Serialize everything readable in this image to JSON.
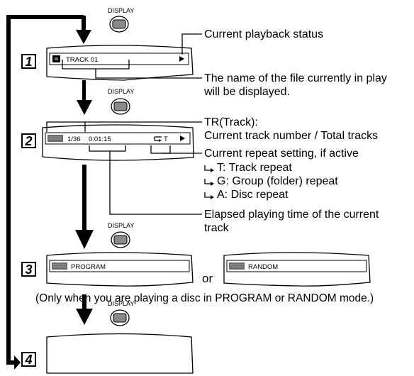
{
  "buttons": {
    "display_label": "DISPLAY"
  },
  "steps": [
    "1",
    "2",
    "3",
    "4"
  ],
  "screens": {
    "step1": {
      "track_text": "TRACK 01",
      "play_icon": "play-icon"
    },
    "step2": {
      "track_count": "1/36",
      "elapsed": "0:01:15",
      "repeat": "T",
      "play_icon": "play-icon"
    },
    "step3": {
      "program": "PROGRAM",
      "random": "RANDOM",
      "or": "or"
    }
  },
  "callouts": {
    "playback_status": "Current playback status",
    "file_name_line1": "The name of the file currently in play",
    "file_name_line2": "will be displayed.",
    "tr_line1": "TR(Track):",
    "tr_line2": "Current track number / Total tracks",
    "repeat_title": "Current repeat setting, if active",
    "repeat_items": [
      "T: Track repeat",
      "G: Group (folder) repeat",
      "A: Disc repeat"
    ],
    "elapsed_line1": "Elapsed playing time of the current",
    "elapsed_line2": "track"
  },
  "note": "(Only when you are playing a disc in PROGRAM or RANDOM mode.)",
  "colors": {
    "ink": "#000000",
    "screen_fill": "#ffffff",
    "icon_fill": "#6e6e6e",
    "button_fill": "#8a8a8a"
  }
}
